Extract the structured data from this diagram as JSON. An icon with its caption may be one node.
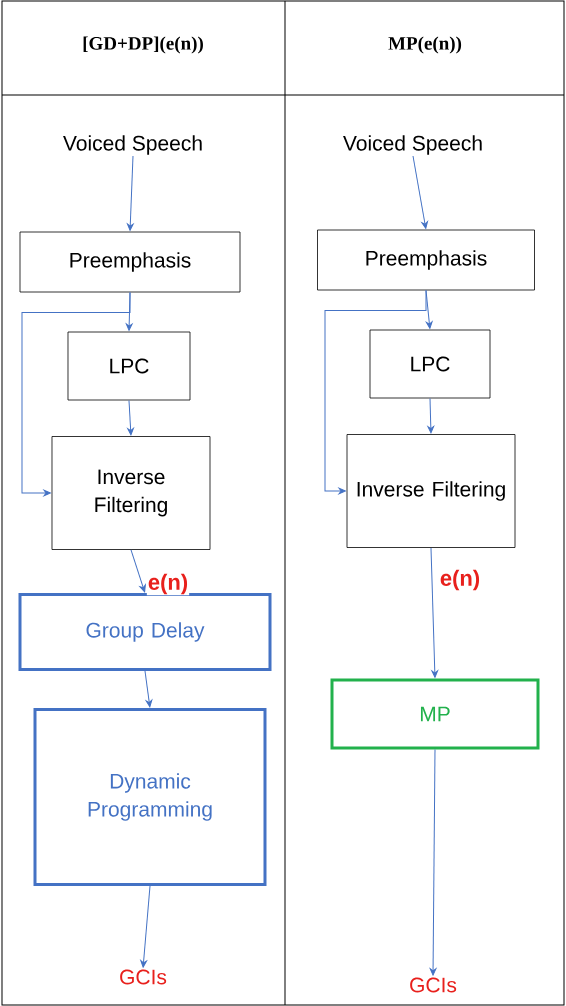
{
  "diagram": {
    "nodes": [
      {
        "text": [
          "Voiced Speech"
        ]
      },
      {
        "text": [
          "Preemphasis"
        ]
      },
      {
        "text": [
          "LPC"
        ]
      },
      {
        "text": [
          "Inverse Filtering"
        ]
      },
      {
        "text": [
          "Group Delay"
        ]
      },
      {
        "text": [
          "Dynamic Programming"
        ]
      },
      {
        "text": [
          "GCIs"
        ]
      },
      {
        "text": [
          "Voiced Speech"
        ]
      },
      {
        "text": [
          "Preemphasis"
        ]
      },
      {
        "text": [
          "LPC"
        ]
      },
      {
        "text": [
          "Inverse Filtering"
        ]
      },
      {
        "text": [
          "MP"
        ]
      },
      {
        "text": [
          "GCIs"
        ]
      }
    ],
    "edges": [
      {
        "from": 0,
        "to": 1,
        "arrow": "to"
      },
      {
        "from": 1,
        "to": 2,
        "arrow": "to"
      },
      {
        "from": 2,
        "to": 3,
        "arrow": "to"
      },
      {
        "from": 1,
        "to": 3,
        "arrow": "to"
      },
      {
        "from": 3,
        "to": 4,
        "arrow": "to",
        "label": "e(n)"
      },
      {
        "from": 4,
        "to": 5,
        "arrow": "to"
      },
      {
        "from": 5,
        "to": 6,
        "arrow": "to"
      },
      {
        "from": 7,
        "to": 8,
        "arrow": "to"
      },
      {
        "from": 8,
        "to": 9,
        "arrow": "to"
      },
      {
        "from": 9,
        "to": 10,
        "arrow": "to"
      },
      {
        "from": 8,
        "to": 10,
        "arrow": "to"
      },
      {
        "from": 10,
        "to": 11,
        "arrow": "to",
        "label": "e(n)"
      },
      {
        "from": 11,
        "to": 12,
        "arrow": "to"
      }
    ],
    "labels": [
      "[GD+DP](e(n))",
      "MP(e(n))"
    ]
  }
}
